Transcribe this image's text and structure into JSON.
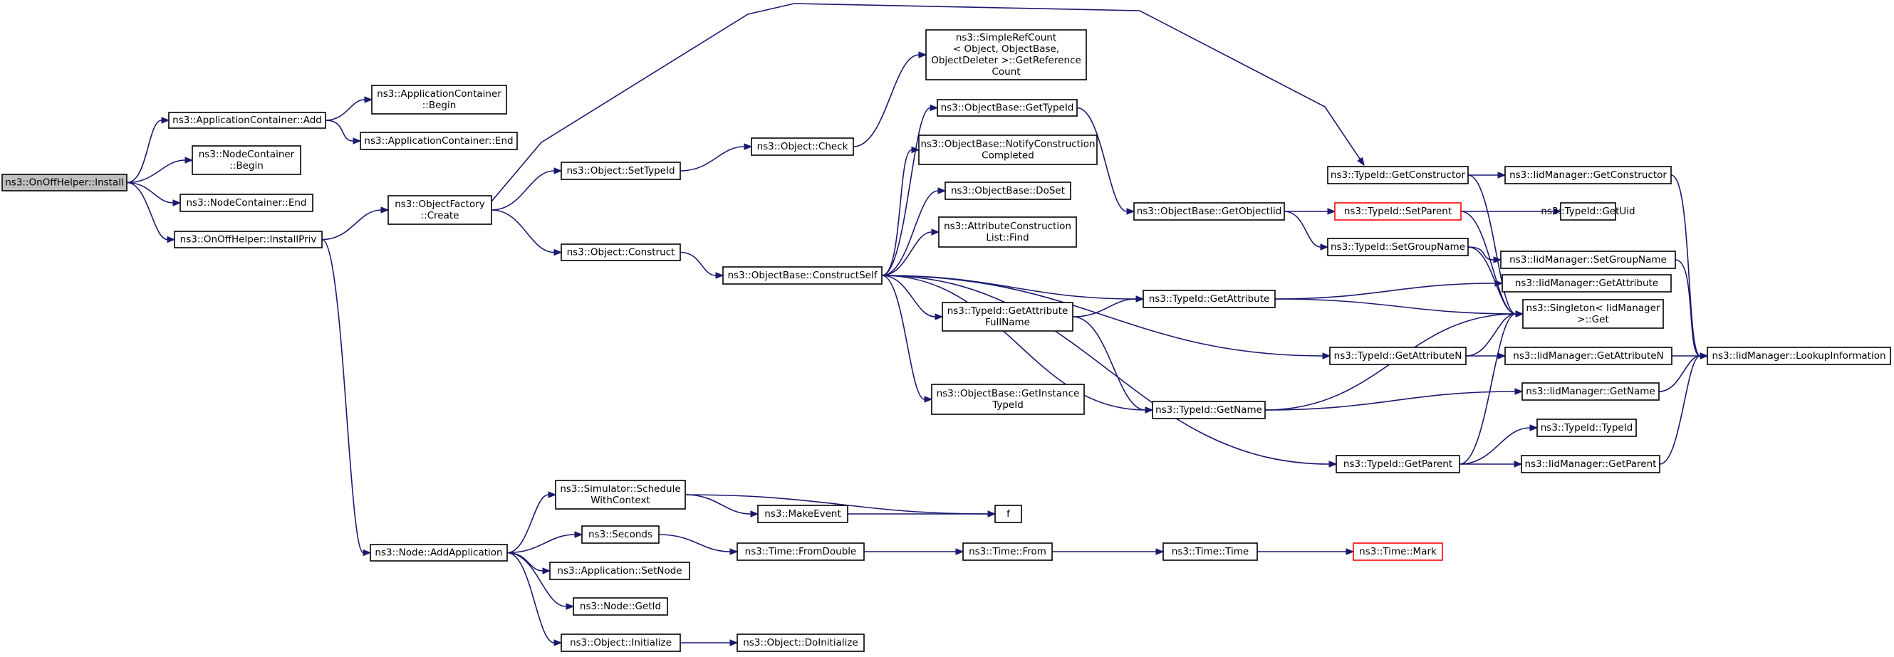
{
  "diagram": {
    "type": "call-graph",
    "colors": {
      "edge": "#191970",
      "root_fill": "#bfbfbf",
      "truncated_border": "#ff0000",
      "node_border": "#000000"
    },
    "nodes": [
      {
        "id": "install",
        "lines": [
          "ns3::OnOffHelper::Install"
        ],
        "root": true
      },
      {
        "id": "appcont_add",
        "lines": [
          "ns3::ApplicationContainer::Add"
        ]
      },
      {
        "id": "nodecont_begin",
        "lines": [
          "ns3::NodeContainer",
          "::Begin"
        ]
      },
      {
        "id": "nodecont_end",
        "lines": [
          "ns3::NodeContainer::End"
        ]
      },
      {
        "id": "installpriv",
        "lines": [
          "ns3::OnOffHelper::InstallPriv"
        ]
      },
      {
        "id": "appcont_begin",
        "lines": [
          "ns3::ApplicationContainer",
          "::Begin"
        ]
      },
      {
        "id": "appcont_end",
        "lines": [
          "ns3::ApplicationContainer::End"
        ]
      },
      {
        "id": "objfactory_create",
        "lines": [
          "ns3::ObjectFactory",
          "::Create"
        ]
      },
      {
        "id": "node_addapp",
        "lines": [
          "ns3::Node::AddApplication"
        ]
      },
      {
        "id": "object_settypeid",
        "lines": [
          "ns3::Object::SetTypeId"
        ]
      },
      {
        "id": "object_construct",
        "lines": [
          "ns3::Object::Construct"
        ]
      },
      {
        "id": "object_check",
        "lines": [
          "ns3::Object::Check"
        ]
      },
      {
        "id": "simplerefcount",
        "lines": [
          "ns3::SimpleRefCount",
          "< Object, ObjectBase,",
          "ObjectDeleter >::GetReference",
          "Count"
        ]
      },
      {
        "id": "objbase_gettypeid",
        "lines": [
          "ns3::ObjectBase::GetTypeId"
        ]
      },
      {
        "id": "objbase_notify",
        "lines": [
          "ns3::ObjectBase::NotifyConstruction",
          "Completed"
        ]
      },
      {
        "id": "objbase_dispose",
        "lines": [
          "ns3::ObjectBase::DoSet"
        ]
      },
      {
        "id": "attrconst_find",
        "lines": [
          "ns3::AttributeConstruction",
          "List::Find"
        ]
      },
      {
        "id": "objbase_constructself",
        "lines": [
          "ns3::ObjectBase::ConstructSelf"
        ]
      },
      {
        "id": "typeid_getattrfullname",
        "lines": [
          "ns3::TypeId::GetAttribute",
          "FullName"
        ]
      },
      {
        "id": "objbase_getinstancetypeid",
        "lines": [
          "ns3::ObjectBase::GetInstance",
          "TypeId"
        ]
      },
      {
        "id": "objbase_getobjectiid",
        "lines": [
          "ns3::ObjectBase::GetObjectIid"
        ]
      },
      {
        "id": "typeid_getattribute",
        "lines": [
          "ns3::TypeId::GetAttribute"
        ]
      },
      {
        "id": "typeid_getname",
        "lines": [
          "ns3::TypeId::GetName"
        ]
      },
      {
        "id": "typeid_getconstructor",
        "lines": [
          "ns3::TypeId::GetConstructor"
        ]
      },
      {
        "id": "typeid_setparent",
        "lines": [
          "ns3::TypeId::SetParent"
        ],
        "truncated": true
      },
      {
        "id": "typeid_setgroupname",
        "lines": [
          "ns3::TypeId::SetGroupName"
        ]
      },
      {
        "id": "typeid_getattributen",
        "lines": [
          "ns3::TypeId::GetAttributeN"
        ]
      },
      {
        "id": "typeid_getparent",
        "lines": [
          "ns3::TypeId::GetParent"
        ]
      },
      {
        "id": "iid_getconstructor",
        "lines": [
          "ns3::IidManager::GetConstructor"
        ]
      },
      {
        "id": "typeid_getuid",
        "lines": [
          "ns3::TypeId::GetUid"
        ]
      },
      {
        "id": "iid_setgroupname",
        "lines": [
          "ns3::IidManager::SetGroupName"
        ]
      },
      {
        "id": "iid_getattribute",
        "lines": [
          "ns3::IidManager::GetAttribute"
        ]
      },
      {
        "id": "singleton_get",
        "lines": [
          "ns3::Singleton< IidManager",
          " >::Get"
        ]
      },
      {
        "id": "iid_getattributen",
        "lines": [
          "ns3::IidManager::GetAttributeN"
        ]
      },
      {
        "id": "iid_getname",
        "lines": [
          "ns3::IidManager::GetName"
        ]
      },
      {
        "id": "typeid_typeid",
        "lines": [
          "ns3::TypeId::TypeId"
        ]
      },
      {
        "id": "iid_getparent",
        "lines": [
          "ns3::IidManager::GetParent"
        ]
      },
      {
        "id": "iid_lookupinfo",
        "lines": [
          "ns3::IidManager::LookupInformation"
        ]
      },
      {
        "id": "sim_schedule",
        "lines": [
          "ns3::Simulator::Schedule",
          "WithContext"
        ]
      },
      {
        "id": "makeevent",
        "lines": [
          "ns3::MakeEvent"
        ]
      },
      {
        "id": "f",
        "lines": [
          "f"
        ]
      },
      {
        "id": "seconds",
        "lines": [
          "ns3::Seconds"
        ]
      },
      {
        "id": "time_fromdouble",
        "lines": [
          "ns3::Time::FromDouble"
        ]
      },
      {
        "id": "time_from",
        "lines": [
          "ns3::Time::From"
        ]
      },
      {
        "id": "time_time",
        "lines": [
          "ns3::Time::Time"
        ]
      },
      {
        "id": "time_mark",
        "lines": [
          "ns3::Time::Mark"
        ],
        "truncated": true
      },
      {
        "id": "app_setnode",
        "lines": [
          "ns3::Application::SetNode"
        ]
      },
      {
        "id": "node_getid",
        "lines": [
          "ns3::Node::GetId"
        ]
      },
      {
        "id": "object_initialize",
        "lines": [
          "ns3::Object::Initialize"
        ]
      },
      {
        "id": "object_doinitialize",
        "lines": [
          "ns3::Object::DoInitialize"
        ]
      }
    ],
    "edges": [
      [
        "install",
        "appcont_add"
      ],
      [
        "install",
        "nodecont_begin"
      ],
      [
        "install",
        "nodecont_end"
      ],
      [
        "install",
        "installpriv"
      ],
      [
        "appcont_add",
        "appcont_begin"
      ],
      [
        "appcont_add",
        "appcont_end"
      ],
      [
        "installpriv",
        "objfactory_create"
      ],
      [
        "installpriv",
        "node_addapp"
      ],
      [
        "objfactory_create",
        "typeid_getconstructor"
      ],
      [
        "objfactory_create",
        "object_settypeid"
      ],
      [
        "objfactory_create",
        "object_construct"
      ],
      [
        "object_settypeid",
        "object_check"
      ],
      [
        "object_check",
        "simplerefcount"
      ],
      [
        "object_construct",
        "objbase_constructself"
      ],
      [
        "objbase_constructself",
        "objbase_gettypeid"
      ],
      [
        "objbase_constructself",
        "objbase_notify"
      ],
      [
        "objbase_constructself",
        "objbase_dispose"
      ],
      [
        "objbase_constructself",
        "attrconst_find"
      ],
      [
        "objbase_constructself",
        "typeid_getattribute"
      ],
      [
        "objbase_constructself",
        "typeid_getattrfullname"
      ],
      [
        "objbase_constructself",
        "typeid_getattributen"
      ],
      [
        "objbase_constructself",
        "objbase_getinstancetypeid"
      ],
      [
        "objbase_constructself",
        "typeid_getname"
      ],
      [
        "objbase_constructself",
        "typeid_getparent"
      ],
      [
        "objbase_gettypeid",
        "objbase_getobjectiid"
      ],
      [
        "objbase_getobjectiid",
        "typeid_setparent"
      ],
      [
        "objbase_getobjectiid",
        "typeid_setgroupname"
      ],
      [
        "typeid_getattrfullname",
        "typeid_getattribute"
      ],
      [
        "typeid_getattrfullname",
        "typeid_getname"
      ],
      [
        "typeid_getattribute",
        "iid_getattribute"
      ],
      [
        "typeid_getattribute",
        "singleton_get"
      ],
      [
        "typeid_getname",
        "singleton_get"
      ],
      [
        "typeid_getname",
        "iid_getname"
      ],
      [
        "typeid_getconstructor",
        "iid_getconstructor"
      ],
      [
        "typeid_getconstructor",
        "singleton_get"
      ],
      [
        "typeid_setparent",
        "typeid_getuid"
      ],
      [
        "typeid_setparent",
        "singleton_get"
      ],
      [
        "typeid_setgroupname",
        "iid_setgroupname"
      ],
      [
        "typeid_setgroupname",
        "singleton_get"
      ],
      [
        "typeid_getattributen",
        "singleton_get"
      ],
      [
        "typeid_getattributen",
        "iid_getattributen"
      ],
      [
        "typeid_getparent",
        "singleton_get"
      ],
      [
        "typeid_getparent",
        "typeid_typeid"
      ],
      [
        "typeid_getparent",
        "iid_getparent"
      ],
      [
        "iid_getconstructor",
        "iid_lookupinfo"
      ],
      [
        "iid_setgroupname",
        "iid_lookupinfo"
      ],
      [
        "iid_getattributen",
        "iid_lookupinfo"
      ],
      [
        "iid_getname",
        "iid_lookupinfo"
      ],
      [
        "iid_getparent",
        "iid_lookupinfo"
      ],
      [
        "node_addapp",
        "sim_schedule"
      ],
      [
        "node_addapp",
        "seconds"
      ],
      [
        "node_addapp",
        "app_setnode"
      ],
      [
        "node_addapp",
        "node_getid"
      ],
      [
        "node_addapp",
        "object_initialize"
      ],
      [
        "sim_schedule",
        "makeevent"
      ],
      [
        "sim_schedule",
        "f"
      ],
      [
        "makeevent",
        "f"
      ],
      [
        "seconds",
        "time_fromdouble"
      ],
      [
        "time_fromdouble",
        "time_from"
      ],
      [
        "time_from",
        "time_time"
      ],
      [
        "time_time",
        "time_mark"
      ],
      [
        "object_initialize",
        "object_doinitialize"
      ]
    ]
  }
}
